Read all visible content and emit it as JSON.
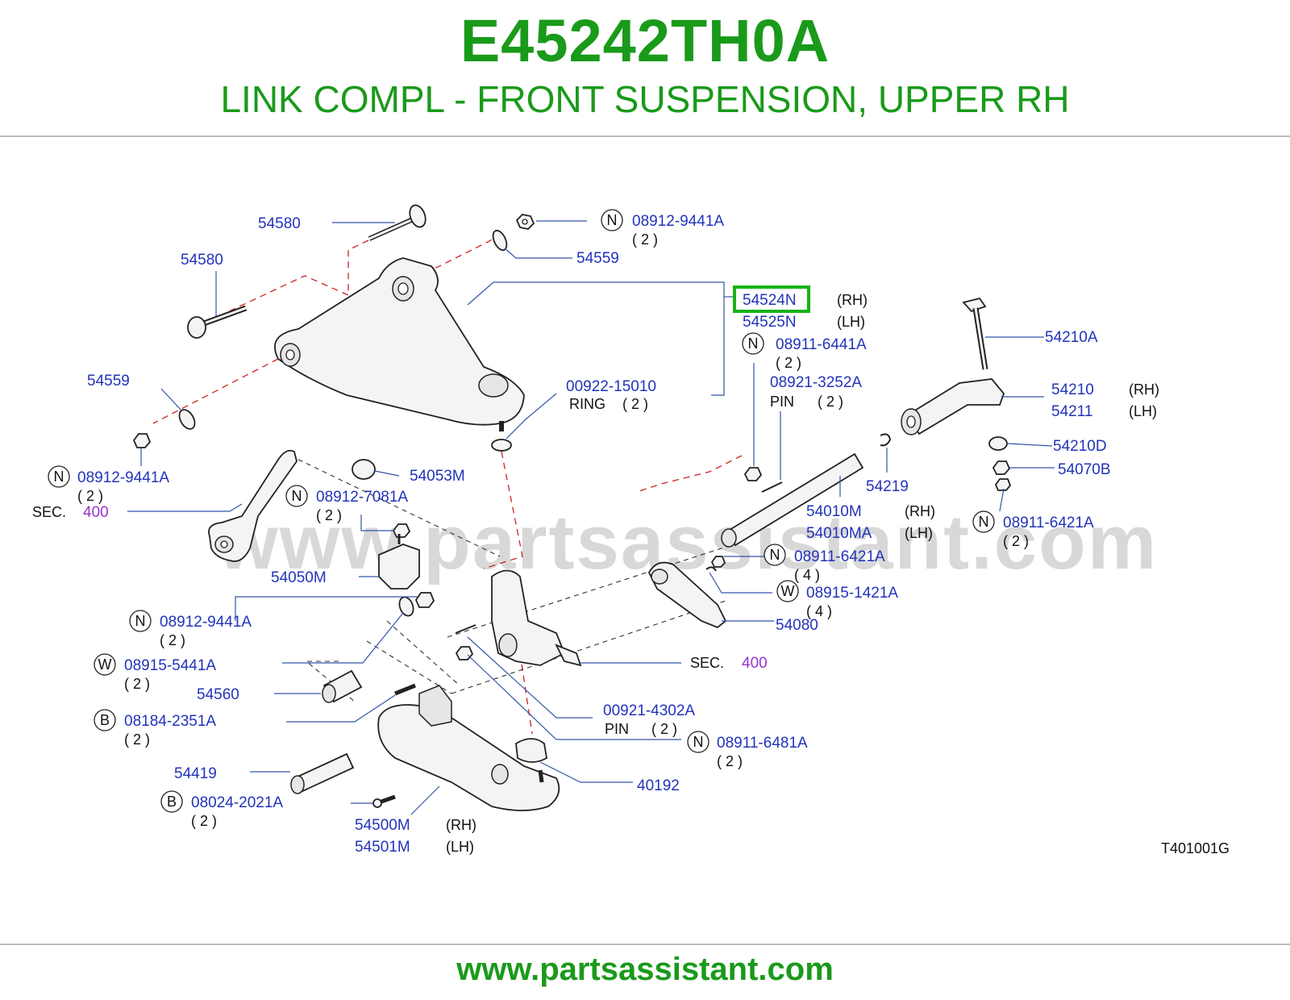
{
  "header": {
    "part_number": "E45242TH0A",
    "title": "LINK COMPL - FRONT SUSPENSION, UPPER RH"
  },
  "watermark": "www.partsassistant.com",
  "footer": {
    "url": "www.partsassistant.com"
  },
  "diagram_code": "T401001G",
  "colors": {
    "brand_green": "#1a9a1a",
    "label_blue": "#2233bb",
    "sec_purple": "#9933cc",
    "highlight": "#17b317"
  },
  "labels": {
    "l54580a": "54580",
    "l54580b": "54580",
    "l54559a": "54559",
    "l54559b": "54559",
    "n089129441a_top": "08912-9441A",
    "q2_top": "( 2 )",
    "l54524n": "54524N",
    "rh_54524n": "(RH)",
    "l54525n": "54525N",
    "lh_54525n": "(LH)",
    "n089116441a": "08911-6441A",
    "q2_6441": "( 2 )",
    "l089213252a": "08921-3252A",
    "pin_3252": "PIN",
    "q2_3252": "( 2 )",
    "l0092215010": "00922-15010",
    "ring": "RING",
    "q2_ring": "( 2 )",
    "l54210a": "54210A",
    "l54210": "54210",
    "rh_54210": "(RH)",
    "l54211": "54211",
    "lh_54211": "(LH)",
    "l54210d": "54210D",
    "l54070b": "54070B",
    "l54219": "54219",
    "l54010m": "54010M",
    "rh_54010m": "(RH)",
    "l54010ma": "54010MA",
    "lh_54010ma": "(LH)",
    "n089116421a_r": "08911-6421A",
    "q2_6421_r": "( 2 )",
    "n089116421a_m": "08911-6421A",
    "q4_6421_m": "( 4 )",
    "w089151421a": "08915-1421A",
    "q4_1421": "( 4 )",
    "l54080": "54080",
    "n089129441a_left": "08912-9441A",
    "q2_left": "( 2 )",
    "sec_left": "SEC.",
    "sec_left_num": "400",
    "l54053m": "54053M",
    "n089127081a": "08912-7081A",
    "q2_7081": "( 2 )",
    "l54050m": "54050M",
    "n089129441a_low": "08912-9441A",
    "q2_low": "( 2 )",
    "w089155441a": "08915-5441A",
    "q2_5441": "( 2 )",
    "l54560": "54560",
    "b081842351a": "08184-2351A",
    "q2_2351": "( 2 )",
    "l54419": "54419",
    "b080242021a": "08024-2021A",
    "q2_2021": "( 2 )",
    "sec_right": "SEC.",
    "sec_right_num": "400",
    "l009214302a": "00921-4302A",
    "pin_4302": "PIN",
    "q2_4302": "( 2 )",
    "n089116481a": "08911-6481A",
    "q2_6481": "( 2 )",
    "l40192": "40192",
    "l54500m": "54500M",
    "rh_54500m": "(RH)",
    "l54501m": "54501M",
    "lh_54501m": "(LH)"
  },
  "badges": {
    "n": "N",
    "w": "W",
    "b": "B"
  }
}
